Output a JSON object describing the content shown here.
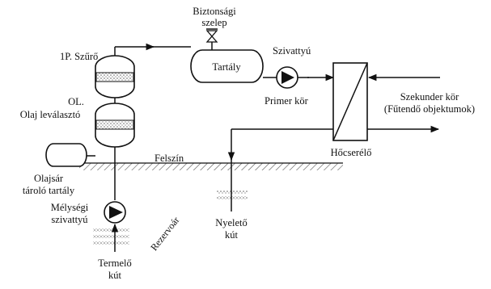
{
  "labels": {
    "safety_valve_line1": "Biztonsági",
    "safety_valve_line2": "szelep",
    "filter": "1P. Szűrő",
    "tank": "Tartály",
    "pump": "Szivattyú",
    "primary_circuit": "Primer kör",
    "separator_line1": "OL.",
    "separator_line2": "Olaj leválasztó",
    "secondary_line1": "Szekunder kör",
    "secondary_line2": "(Fűtendő objektumok)",
    "heat_exchanger": "Hőcserélő",
    "surface": "Felszín",
    "oil_tank_line1": "Olajsár",
    "oil_tank_line2": "tároló tartály",
    "deep_pump_line1": "Mélységi",
    "deep_pump_line2": "szivattyú",
    "reservoir": "Rezervoár",
    "injection_well_line1": "Nyelető",
    "injection_well_line2": "kút",
    "production_well_line1": "Termelő",
    "production_well_line2": "kút"
  }
}
